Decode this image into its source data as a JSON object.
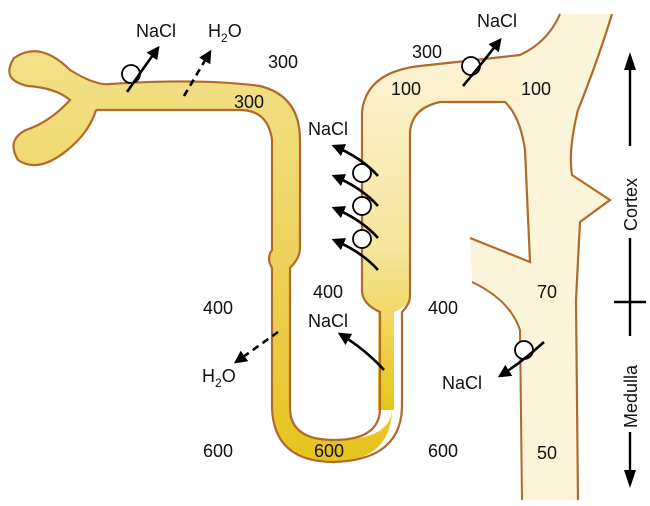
{
  "labels": {
    "nacl_top_left": "NaCl",
    "h2o_top": "H",
    "h2o_top_sub": "2",
    "h2o_top_o": "O",
    "osm_300_a": "300",
    "osm_300_b": "300",
    "nacl_ascending": "NaCl",
    "osm_300_c": "300",
    "nacl_top_right": "NaCl",
    "osm_100_a": "100",
    "osm_100_b": "100",
    "osm_400_a": "400",
    "osm_400_b": "400",
    "osm_400_c": "400",
    "nacl_thin": "NaCl",
    "h2o_bottom": "H",
    "h2o_bottom_sub": "2",
    "h2o_bottom_o": "O",
    "osm_70": "70",
    "nacl_collecting": "NaCl",
    "osm_600_a": "600",
    "osm_600_b": "600",
    "osm_600_c": "600",
    "osm_50": "50",
    "cortex": "Cortex",
    "medulla": "Medulla"
  },
  "colors": {
    "tubule_outline": "#b06a2c",
    "proximal_fill": "#f0dc7a",
    "loop_fill_deep": "#e8c418",
    "distal_fill": "#fbf4d8",
    "arrow": "#000000"
  }
}
